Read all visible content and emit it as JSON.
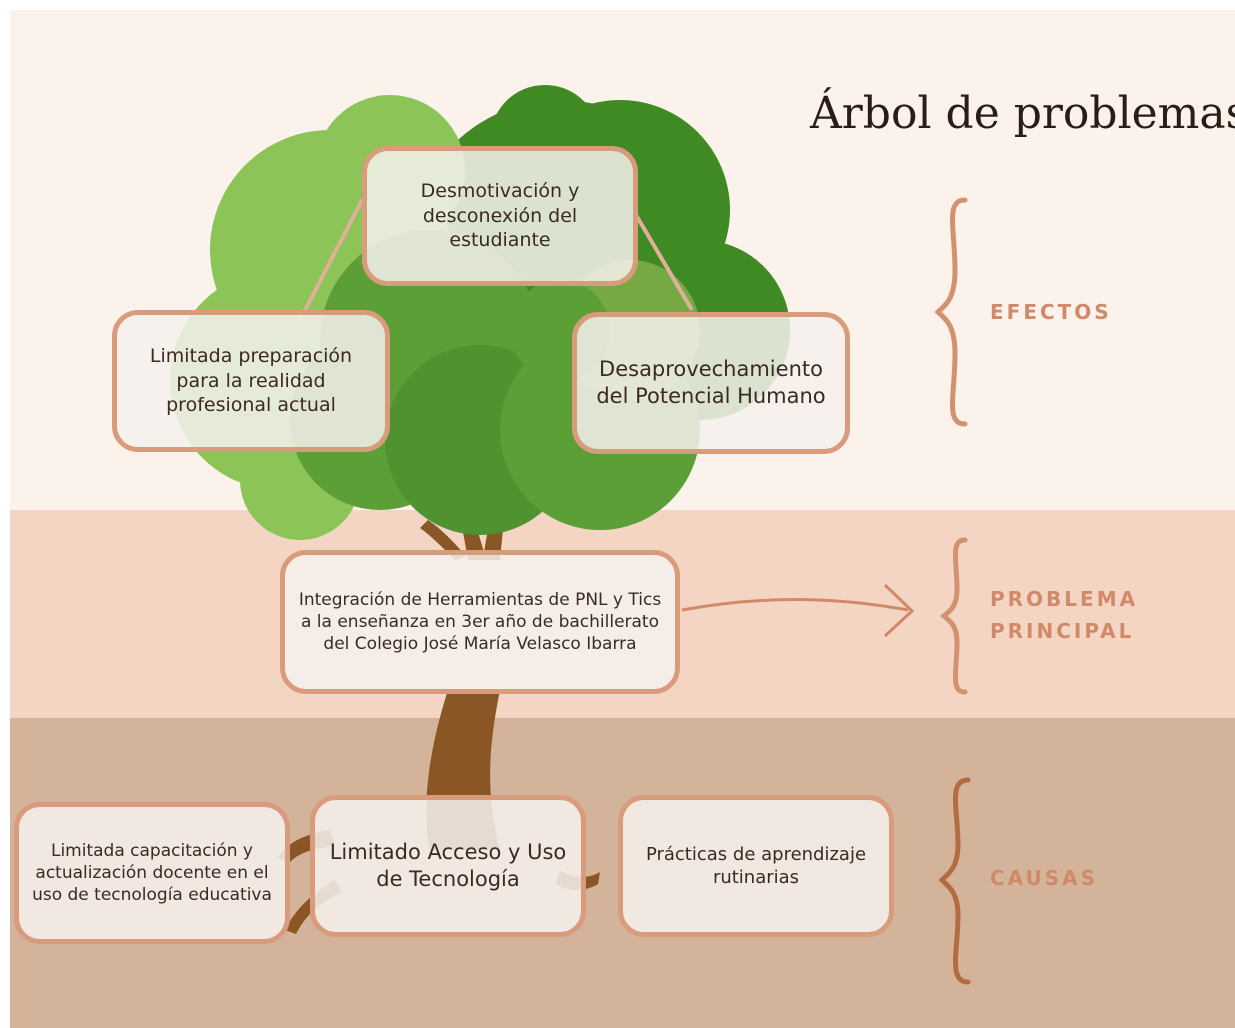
{
  "title": "Árbol de problemas",
  "effects": {
    "label": "EFECTOS",
    "top": "Desmotivación y desconexión del estudiante",
    "left": "Limitada preparación para la realidad profesional actual",
    "right": "Desaprovechamiento del Potencial Humano"
  },
  "main_problem": {
    "label_line1": "PROBLEMA",
    "label_line2": "PRINCIPAL",
    "text": "Integración de Herramientas de PNL y Tics a la enseñanza en 3er año de bachillerato del Colegio José María Velasco Ibarra"
  },
  "causes": {
    "label": "CAUSAS",
    "left": "Limitada capacitación y actualización docente en el uso de tecnología educativa",
    "center": "Limitado Acceso y Uso de Tecnología",
    "right": "Prácticas de aprendizaje rutinarias"
  },
  "colors": {
    "top_band": "#fbf2ec",
    "mid_band": "#f4d4c2",
    "bottom_band": "#d3b39a",
    "box_border": "#d89c7d",
    "label": "#d08a6a",
    "brace": "#d2926f",
    "cause_brace": "#b56a40",
    "trunk": "#8a5626"
  }
}
